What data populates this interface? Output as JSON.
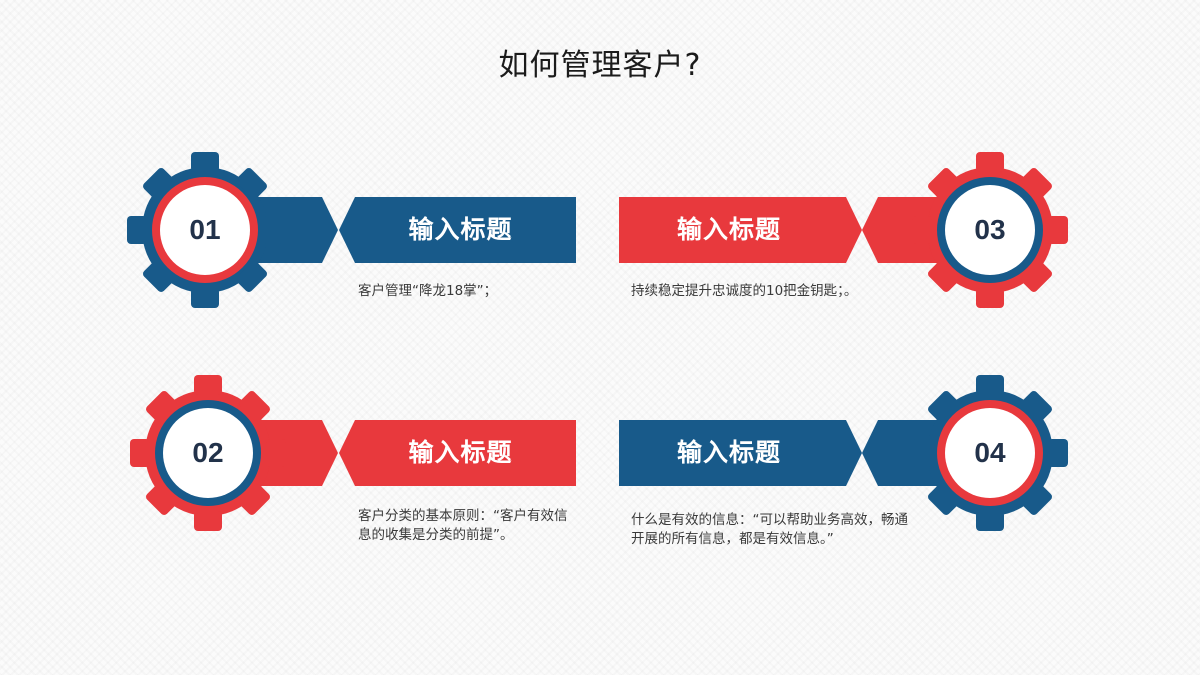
{
  "title": "如何管理客户?",
  "colors": {
    "blue": "#185A8A",
    "red": "#E8393D",
    "number": "#22324A"
  },
  "items": [
    {
      "number": "01",
      "heading": "输入标题",
      "description": "客户管理“降龙18掌”；",
      "gear_color": "blue",
      "ring_color": "red",
      "band_color": "blue"
    },
    {
      "number": "02",
      "heading": "输入标题",
      "description": "客户分类的基本原则：“客户有效信息的收集是分类的前提”。",
      "gear_color": "red",
      "ring_color": "blue",
      "band_color": "red"
    },
    {
      "number": "03",
      "heading": "输入标题",
      "description": "持续稳定提升忠诚度的10把金钥匙；。",
      "gear_color": "red",
      "ring_color": "blue",
      "band_color": "red"
    },
    {
      "number": "04",
      "heading": "输入标题",
      "description": "什么是有效的信息：“可以帮助业务高效，畅通开展的所有信息，都是有效信息。”",
      "gear_color": "blue",
      "ring_color": "red",
      "band_color": "blue"
    }
  ],
  "icons": {
    "gear": "gear-icon"
  }
}
